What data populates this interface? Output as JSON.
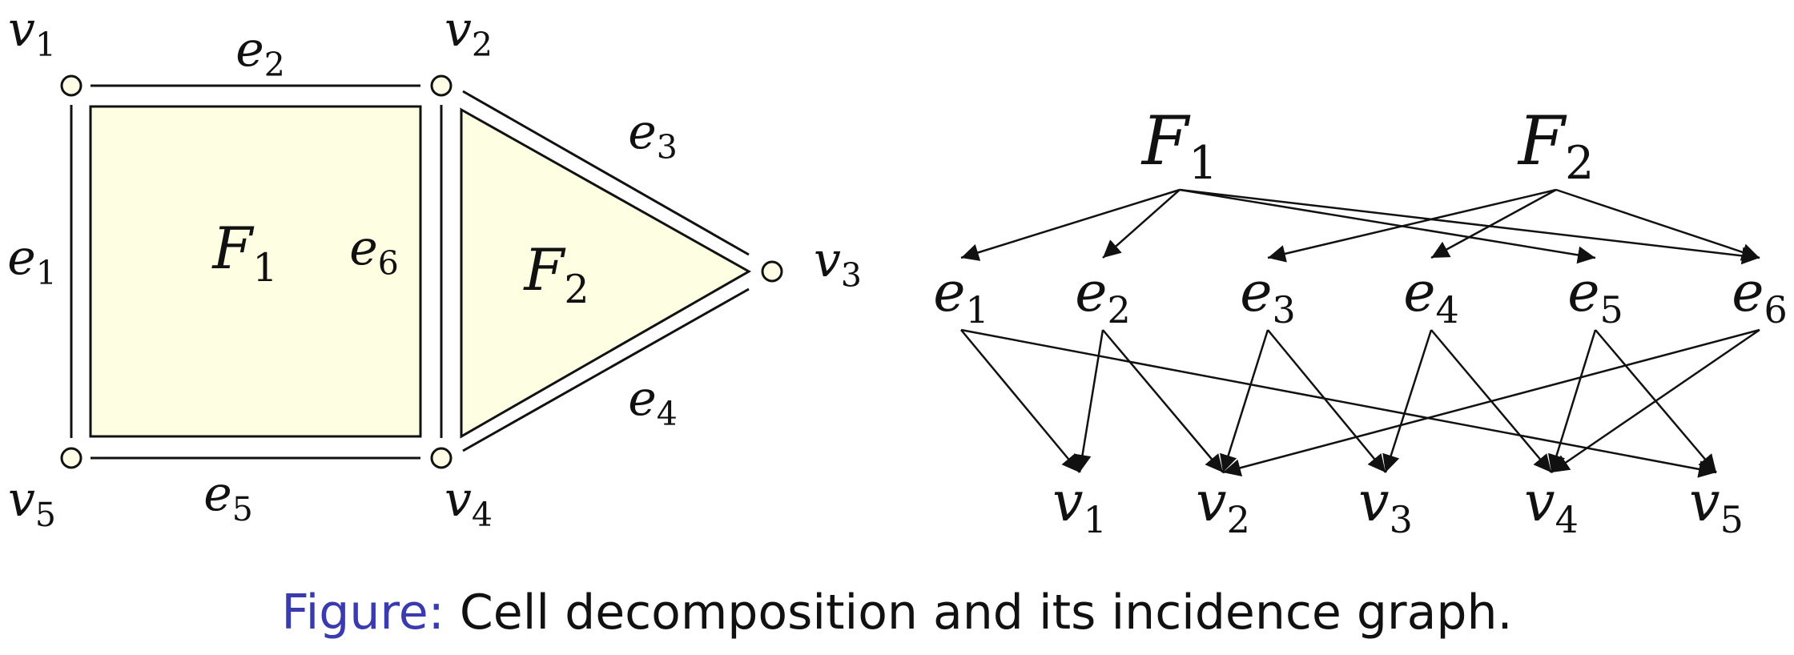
{
  "colors": {
    "face_fill": "#fefee3",
    "stroke": "#111111",
    "vertex_fill": "#fffde6",
    "caption_label": "#3b3bb0"
  },
  "cell_complex": {
    "vertices": [
      {
        "id": "v1",
        "base": "v",
        "sub": "1"
      },
      {
        "id": "v2",
        "base": "v",
        "sub": "2"
      },
      {
        "id": "v3",
        "base": "v",
        "sub": "3"
      },
      {
        "id": "v4",
        "base": "v",
        "sub": "4"
      },
      {
        "id": "v5",
        "base": "v",
        "sub": "5"
      }
    ],
    "edges": [
      {
        "id": "e1",
        "base": "e",
        "sub": "1",
        "from": "v1",
        "to": "v5"
      },
      {
        "id": "e2",
        "base": "e",
        "sub": "2",
        "from": "v1",
        "to": "v2"
      },
      {
        "id": "e3",
        "base": "e",
        "sub": "3",
        "from": "v2",
        "to": "v3"
      },
      {
        "id": "e4",
        "base": "e",
        "sub": "4",
        "from": "v4",
        "to": "v3"
      },
      {
        "id": "e5",
        "base": "e",
        "sub": "5",
        "from": "v5",
        "to": "v4"
      },
      {
        "id": "e6",
        "base": "e",
        "sub": "6",
        "from": "v2",
        "to": "v4"
      }
    ],
    "faces": [
      {
        "id": "F1",
        "base": "F",
        "sub": "1"
      },
      {
        "id": "F2",
        "base": "F",
        "sub": "2"
      }
    ]
  },
  "incidence_graph": {
    "faces": [
      {
        "id": "F1",
        "base": "F",
        "sub": "1"
      },
      {
        "id": "F2",
        "base": "F",
        "sub": "2"
      }
    ],
    "edges": [
      {
        "id": "e1",
        "base": "e",
        "sub": "1"
      },
      {
        "id": "e2",
        "base": "e",
        "sub": "2"
      },
      {
        "id": "e3",
        "base": "e",
        "sub": "3"
      },
      {
        "id": "e4",
        "base": "e",
        "sub": "4"
      },
      {
        "id": "e5",
        "base": "e",
        "sub": "5"
      },
      {
        "id": "e6",
        "base": "e",
        "sub": "6"
      }
    ],
    "vertices": [
      {
        "id": "v1",
        "base": "v",
        "sub": "1"
      },
      {
        "id": "v2",
        "base": "v",
        "sub": "2"
      },
      {
        "id": "v3",
        "base": "v",
        "sub": "3"
      },
      {
        "id": "v4",
        "base": "v",
        "sub": "4"
      },
      {
        "id": "v5",
        "base": "v",
        "sub": "5"
      }
    ],
    "arcs": [
      [
        "F1",
        "e1"
      ],
      [
        "F1",
        "e2"
      ],
      [
        "F1",
        "e5"
      ],
      [
        "F1",
        "e6"
      ],
      [
        "F2",
        "e3"
      ],
      [
        "F2",
        "e4"
      ],
      [
        "F2",
        "e6"
      ],
      [
        "e1",
        "v1"
      ],
      [
        "e1",
        "v5"
      ],
      [
        "e2",
        "v1"
      ],
      [
        "e2",
        "v2"
      ],
      [
        "e3",
        "v2"
      ],
      [
        "e3",
        "v3"
      ],
      [
        "e4",
        "v3"
      ],
      [
        "e4",
        "v4"
      ],
      [
        "e5",
        "v4"
      ],
      [
        "e5",
        "v5"
      ],
      [
        "e6",
        "v2"
      ],
      [
        "e6",
        "v4"
      ]
    ]
  },
  "caption": {
    "label": "Figure:",
    "text": " Cell decomposition and its incidence graph."
  }
}
